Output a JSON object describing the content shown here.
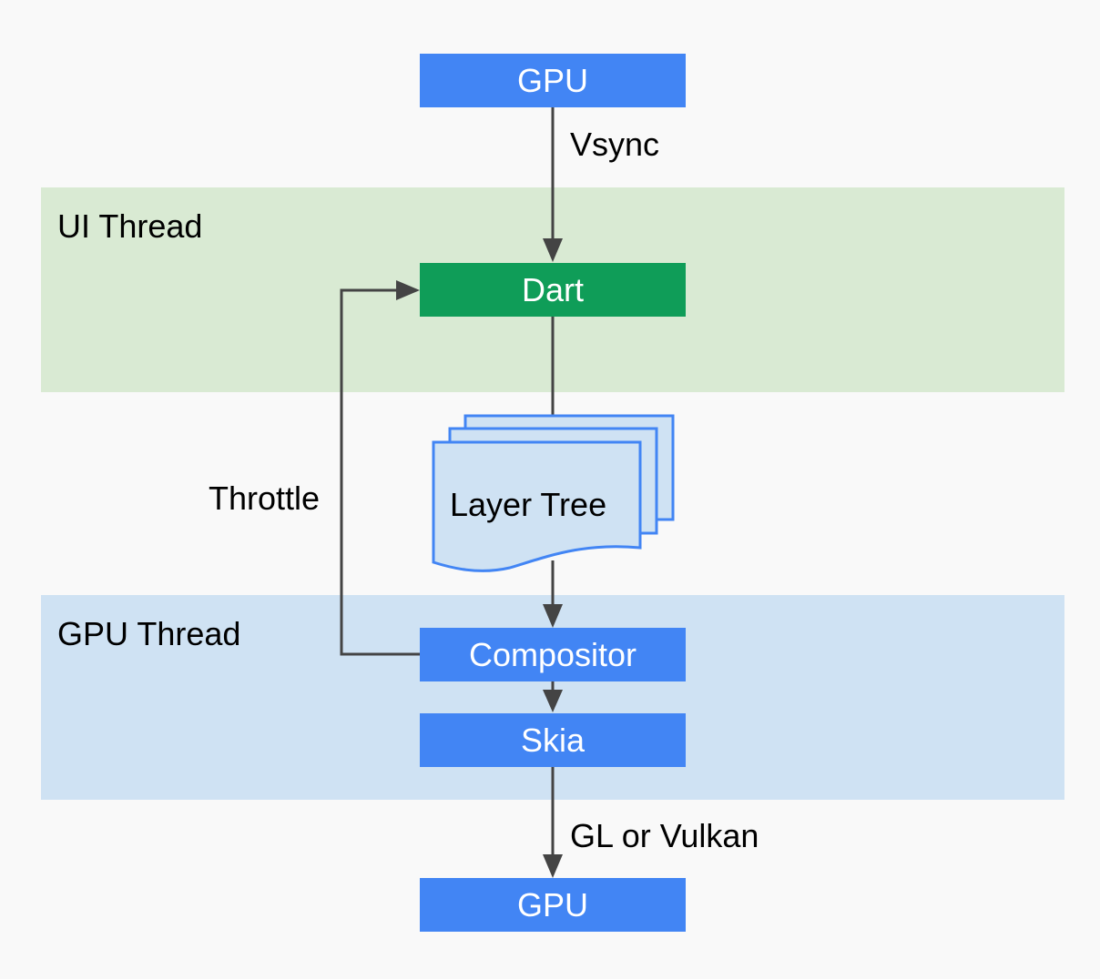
{
  "bands": {
    "ui_thread": "UI Thread",
    "gpu_thread": "GPU Thread"
  },
  "nodes": {
    "gpu_top": "GPU",
    "dart": "Dart",
    "layer_tree": "Layer Tree",
    "compositor": "Compositor",
    "skia": "Skia",
    "gpu_bottom": "GPU"
  },
  "edges": {
    "vsync": "Vsync",
    "throttle": "Throttle",
    "gl_or_vulkan": "GL or Vulkan"
  },
  "colors": {
    "background": "#f9f9f9",
    "ui_band": "#d9ead3",
    "gpu_band": "#cfe2f3",
    "blue_box": "#4285f4",
    "green_box": "#0f9d58",
    "doc_fill": "#cfe2f3",
    "doc_stroke": "#4285f4",
    "arrow": "#444444"
  }
}
